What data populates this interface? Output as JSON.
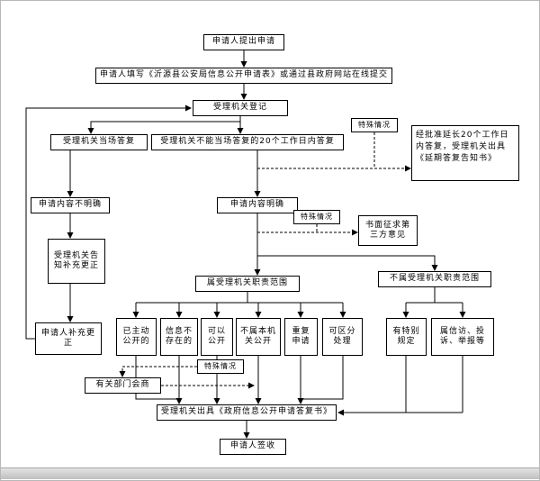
{
  "colors": {
    "line": "#000000",
    "box_border": "#000000",
    "background": "#ffffff",
    "scrollbar": "#c8c8c8"
  },
  "nodes": {
    "submit": "申请人提出申请",
    "fill": "申请人填写《沂源县公安局信息公开申请表》或通过县政府网站在线提交",
    "register": "受理机关登记",
    "onspot": "受理机关当场答复",
    "within20": "受理机关不能当场答复的20个工作日内答复",
    "special_top": "特殊情况",
    "extend": "经批准延长20个工作日内答复，受理机关出具《延期答复告知书》",
    "unclear": "申请内容不明确",
    "clear": "申请内容明确",
    "special_mid": "特殊情况",
    "third_party": "书面征求第三方意见",
    "inform": "受理机关告知补充更正",
    "in_scope": "属受理机关职责范围",
    "out_scope": "不属受理机关职责范围",
    "already_public": "已主动公开的",
    "not_exist": "信息不存在的",
    "can_public": "可以公开",
    "not_this_organ": "不属本机关公开",
    "repeat": "重复申请",
    "separable": "可区分处理",
    "special_rules": "有特别规定",
    "petition": "属信访、投诉、举报等",
    "supplement": "申请人补充更正",
    "special_bottom": "特殊情况",
    "consult": "有关部门会商",
    "reply": "受理机关出具《政府信息公开申请答复书》",
    "sign": "申请人签收"
  }
}
